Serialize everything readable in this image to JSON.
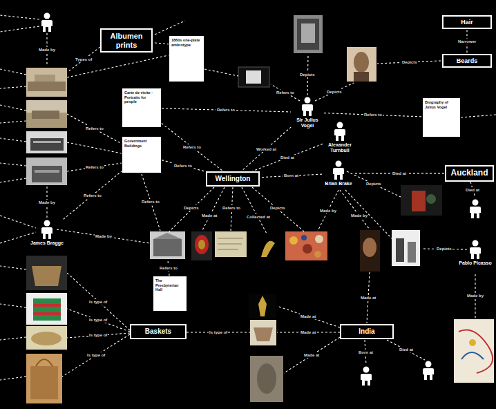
{
  "diagram": {
    "nodes": [
      {
        "text": [
          "Albumen prints"
        ]
      },
      {
        "text": [
          "Hair"
        ]
      },
      {
        "text": [
          "Beards"
        ]
      },
      {
        "text": [
          "1860s one-plate ambrotype"
        ]
      },
      {
        "text": [
          "Carte de visite - Portraits for people"
        ]
      },
      {
        "text": [
          "Government Buildings"
        ]
      },
      {
        "text": [
          "Sir Julius Vogel"
        ]
      },
      {
        "text": [
          "Biography of Julius Vogel"
        ]
      },
      {
        "text": [
          "Alexander Turnbull"
        ]
      },
      {
        "text": [
          "Wellington"
        ]
      },
      {
        "text": [
          "Brian Brake"
        ]
      },
      {
        "text": [
          "Auckland"
        ]
      },
      {
        "text": [
          "James Bragge"
        ]
      },
      {
        "text": [
          "The Presbyterian Hall"
        ]
      },
      {
        "text": [
          "Pablo Picasso"
        ]
      },
      {
        "text": [
          "Baskets"
        ]
      },
      {
        "text": [
          "India"
        ]
      }
    ],
    "edges": [
      {
        "from": 1,
        "to": 2,
        "label": "Narrower",
        "arrow": "none"
      },
      {
        "from": 4,
        "to": 6,
        "label": "Refers to",
        "arrow": "none"
      },
      {
        "from": 4,
        "to": 9,
        "label": "Refers to",
        "arrow": "none"
      },
      {
        "from": 5,
        "to": 9,
        "label": "Refers to",
        "arrow": "none"
      },
      {
        "from": 12,
        "to": 5,
        "label": "Refers to",
        "arrow": "none"
      },
      {
        "from": 6,
        "to": 9,
        "label": "Worked at",
        "arrow": "none"
      },
      {
        "from": 6,
        "to": 7,
        "label": "Refers to",
        "arrow": "none"
      },
      {
        "from": 8,
        "to": 9,
        "label": "Died at",
        "arrow": "none"
      },
      {
        "from": 10,
        "to": 9,
        "label": "Born at",
        "arrow": "none"
      },
      {
        "from": 10,
        "to": 11,
        "label": "Died at",
        "arrow": "none"
      }
    ],
    "labels": [
      "Made by",
      "Types of",
      "Refers to",
      "Refers to",
      "Refers to",
      "Depicts",
      "Depicts",
      "Depicts",
      "Made by",
      "Made by",
      "Refers to",
      "Depicts",
      "Made at",
      "Refers to",
      "Collected at",
      "Depicts",
      "Refers to",
      "Made by",
      "Made by",
      "Depicts",
      "Died at",
      "Depicts",
      "Made by",
      "Is type of",
      "Is type of",
      "Is type of",
      "Is type of",
      "Is type of",
      "Made at",
      "Made at",
      "Made at",
      "Made at",
      "Born at",
      "Died at"
    ]
  }
}
